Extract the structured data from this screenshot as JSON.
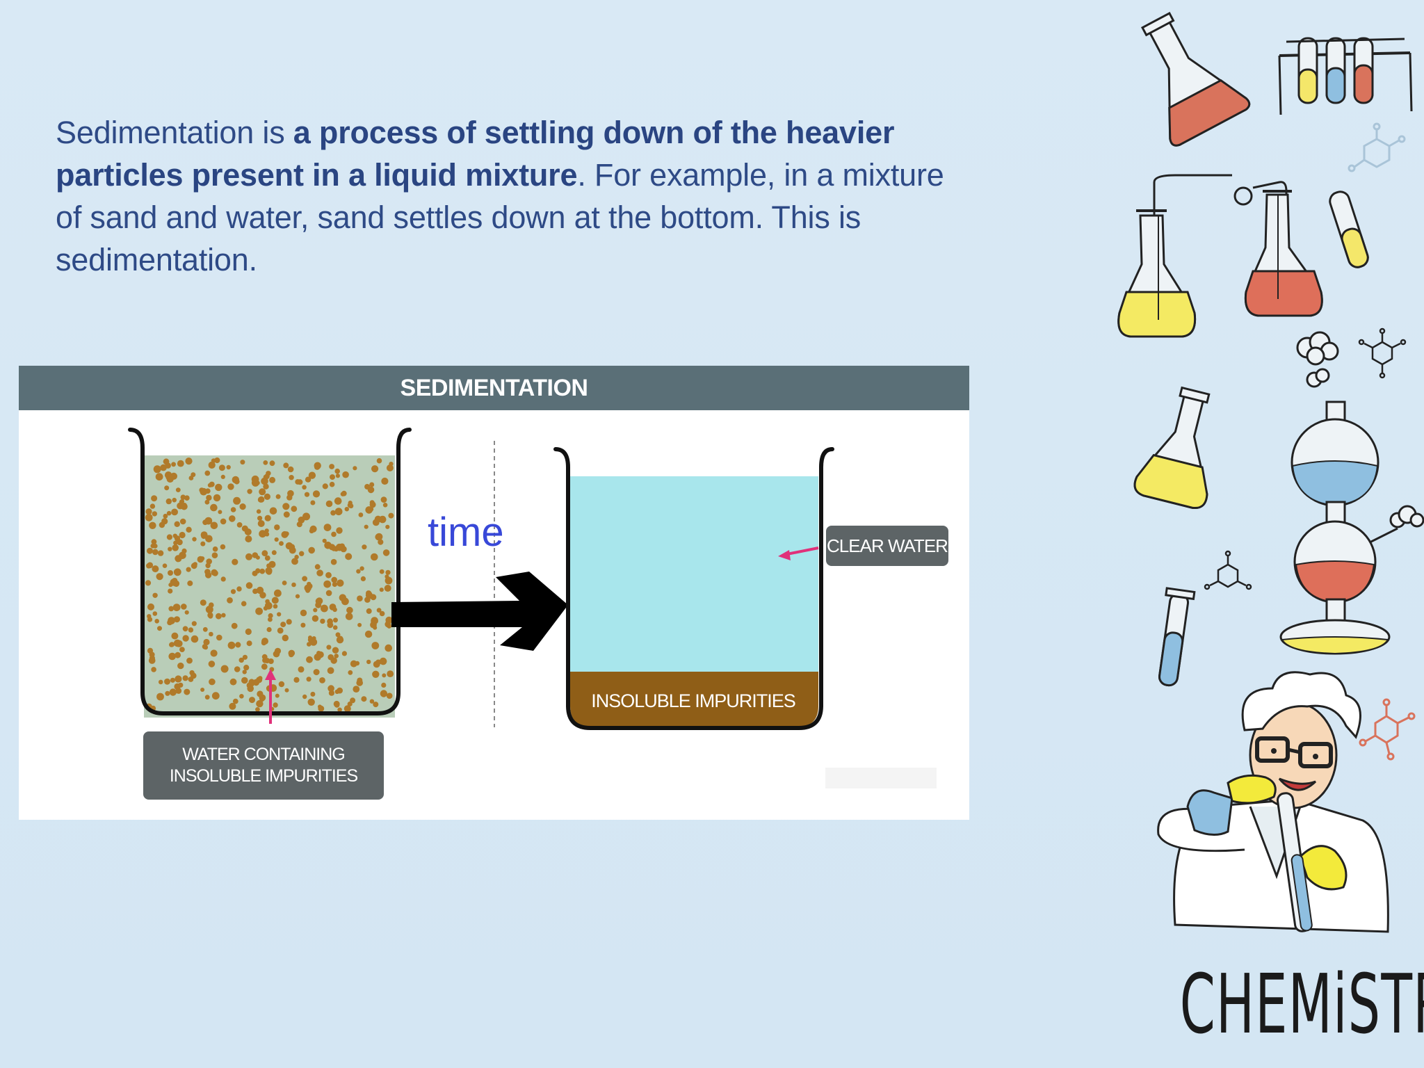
{
  "intro": {
    "part1": "Sedimentation is ",
    "bold": "a process of settling down of the heavier particles present in a liquid mixture",
    "part2": ". For example, in a mixture of sand and water, sand settles down at the bottom. This is sedimentation."
  },
  "figure": {
    "title": "SEDIMENTATION",
    "time_label": "time",
    "left_label": "WATER CONTAINING\nINSOLUBLE IMPURITIES",
    "clear_water_label": "CLEAR WATER",
    "impurities_label": "INSOLUBLE IMPURITIES"
  },
  "decoration": {
    "word": "CHEMiSTRY"
  },
  "colors": {
    "text": "#2e4a86",
    "header": "#5a6f77",
    "murky_water": "#b9cdb8",
    "sediment_dot": "#b07a2a",
    "clear_water": "#a8e6ec",
    "sediment_layer": "#8f5e17",
    "label_bg": "#5d6466",
    "pointer": "#e0317a",
    "time": "#3848d8"
  },
  "icons": [
    "erlenmeyer-flask-icon",
    "test-tube-rack-icon",
    "molecule-icon",
    "distillation-flasks-icon",
    "round-flask-icon",
    "scientist-icon"
  ]
}
